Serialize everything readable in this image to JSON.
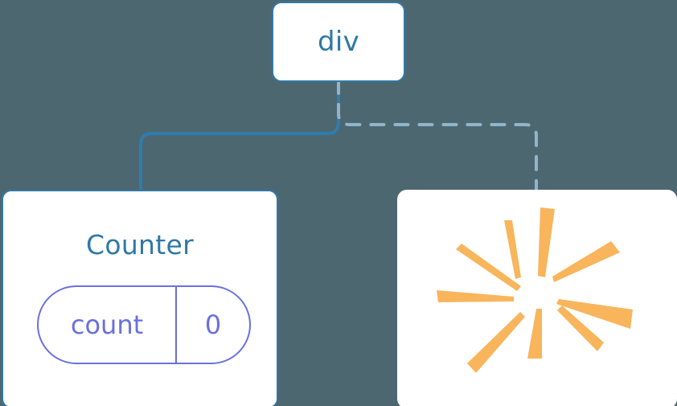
{
  "diagram": {
    "type": "component-tree",
    "title": "",
    "background_color": "#4d6771",
    "node_fill_color": "#ffffff",
    "node_border_color": "#3279a7",
    "node_text_color": "#2f78a6",
    "state_pill_color": "#6a70df",
    "solid_edge_color": "#2f7cae",
    "dashed_edge_color": "#8fb6cd",
    "burst_color": "#f8b55c"
  },
  "nodes": {
    "root": {
      "label": "div",
      "name": "div-node"
    },
    "counter": {
      "label": "Counter",
      "name": "counter-node",
      "state": {
        "key": "count",
        "value": "0"
      }
    },
    "effect": {
      "label": "",
      "name": "burst-node",
      "icon": "burst-sparkle-icon",
      "ray_count": 10
    }
  },
  "edges": [
    {
      "name": "edge-div-to-counter",
      "from": "div",
      "to": "Counter",
      "style": "solid",
      "color": "#2f7cae"
    },
    {
      "name": "edge-div-to-burst",
      "from": "div",
      "to": "burst",
      "style": "dashed",
      "color": "#8fb6cd"
    }
  ]
}
